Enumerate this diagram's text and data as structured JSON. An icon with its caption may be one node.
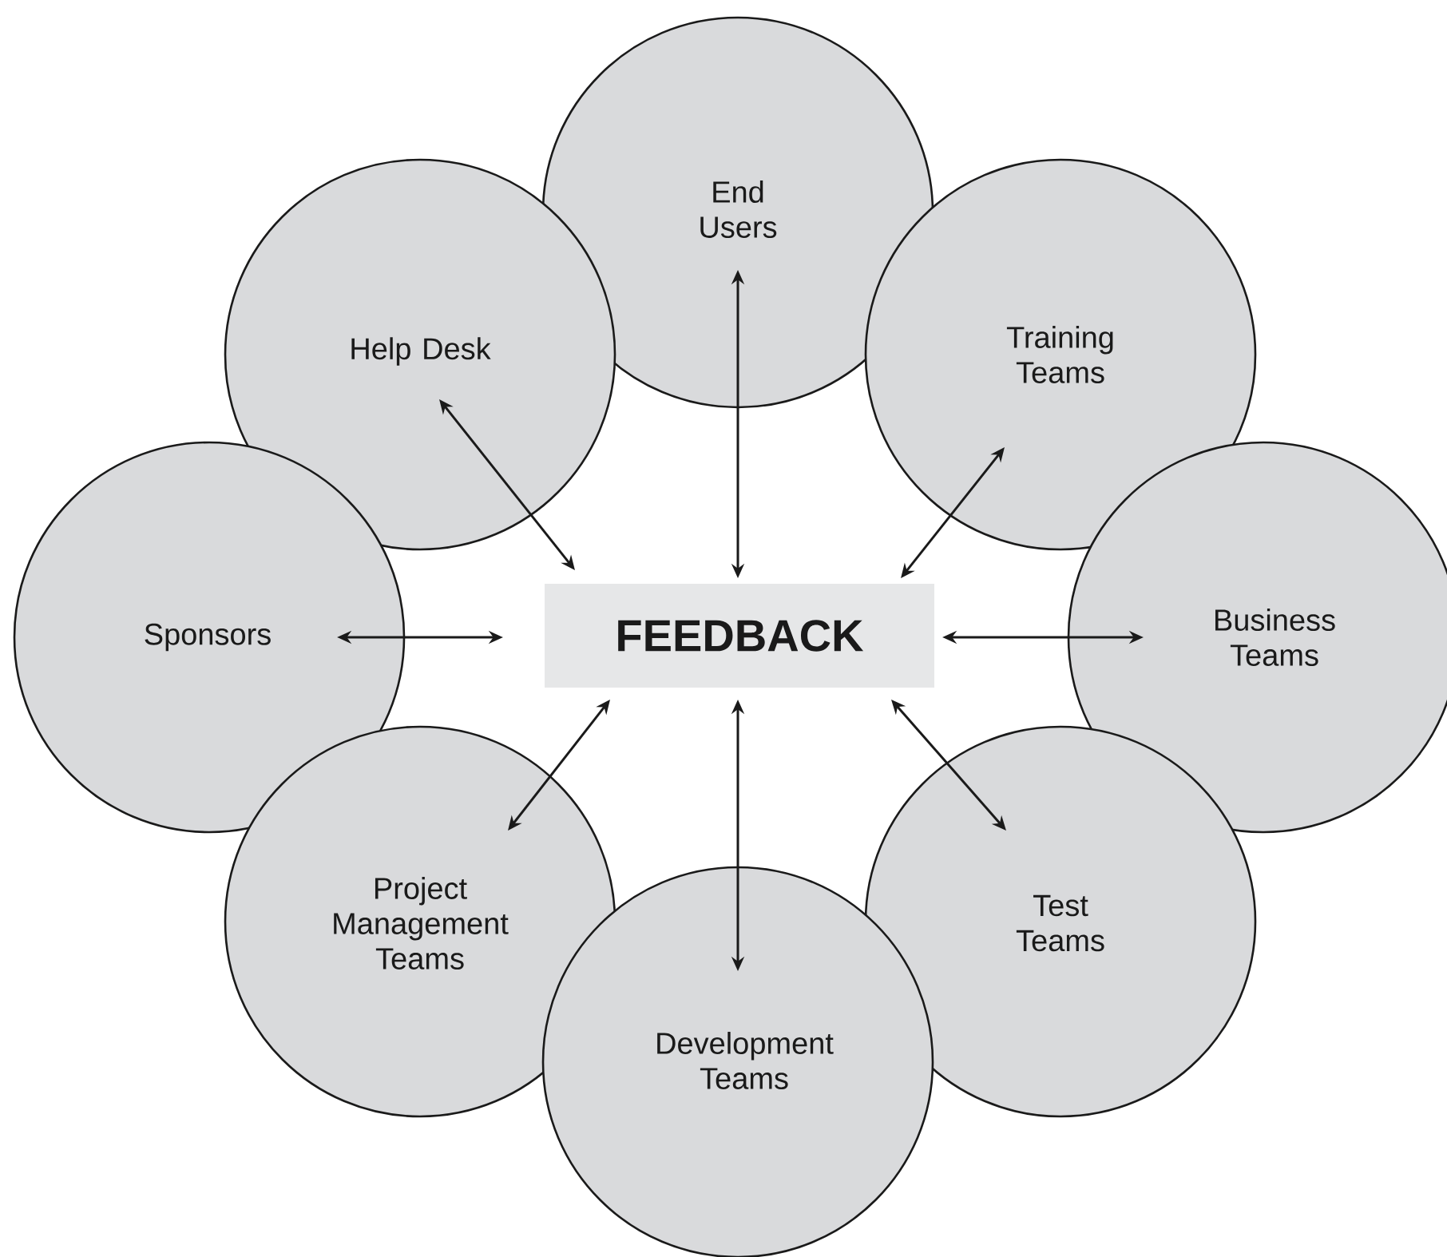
{
  "diagram": {
    "nodes": [
      {
        "text": [
          "End Users"
        ]
      },
      {
        "text": [
          "Help Desk"
        ]
      },
      {
        "text": [
          "Training Teams"
        ]
      },
      {
        "text": [
          "Sponsors"
        ]
      },
      {
        "text": [
          "FEEDBACK"
        ]
      },
      {
        "text": [
          "Business Teams"
        ]
      },
      {
        "text": [
          "Project Management Teams"
        ]
      },
      {
        "text": [
          "Test Teams"
        ]
      },
      {
        "text": [
          "Development Teams"
        ]
      }
    ],
    "edges": [
      {
        "from": 4,
        "to": 0,
        "arrow": "both"
      },
      {
        "from": 4,
        "to": 1,
        "arrow": "both"
      },
      {
        "from": 4,
        "to": 2,
        "arrow": "both"
      },
      {
        "from": 4,
        "to": 3,
        "arrow": "both"
      },
      {
        "from": 4,
        "to": 5,
        "arrow": "both"
      },
      {
        "from": 4,
        "to": 6,
        "arrow": "both"
      },
      {
        "from": 4,
        "to": 7,
        "arrow": "both"
      },
      {
        "from": 4,
        "to": 8,
        "arrow": "both"
      }
    ]
  }
}
